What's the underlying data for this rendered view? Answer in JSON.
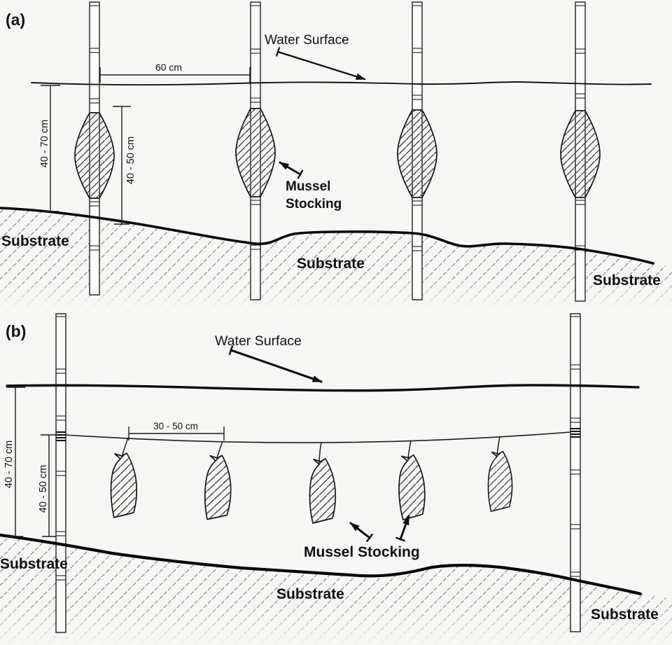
{
  "figure": {
    "panel_a": {
      "tag": "(a)",
      "water_surface": "Water Surface",
      "pole_spacing": "60 cm",
      "water_depth": "40 - 70 cm",
      "stocking_length": "40 - 50 cm",
      "stocking_label_line1": "Mussel",
      "stocking_label_line2": "Stocking",
      "substrate_left": "Substrate",
      "substrate_middle": "Substrate",
      "substrate_right": "Substrate"
    },
    "panel_b": {
      "tag": "(b)",
      "water_surface": "Water Surface",
      "stocking_spacing": "30 - 50 cm",
      "water_depth": "40 - 70 cm",
      "stocking_depth": "40 - 50 cm",
      "stocking_label": "Mussel Stocking",
      "substrate_left": "Substrate",
      "substrate_middle": "Substrate",
      "substrate_right": "Substrate"
    }
  }
}
